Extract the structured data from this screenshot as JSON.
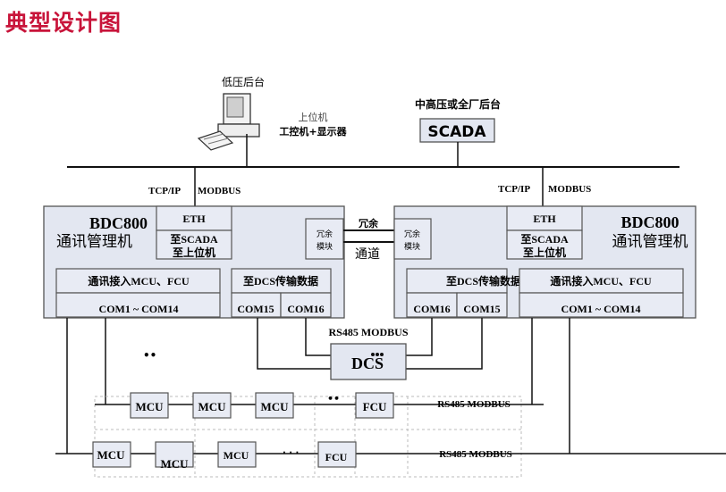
{
  "title": "典型设计图",
  "colors": {
    "title": "#c8143a",
    "box_fill": "#e3e7f1",
    "line": "#111111"
  },
  "top": {
    "low_voltage_backend_label": "低压后台",
    "upper_computer_label": "上位机",
    "upper_computer_sub": "工控机+显示器",
    "computer_icon": "desktop-computer-icon",
    "high_voltage_backend_label": "中高压或全厂后台",
    "scada_label": "SCADA"
  },
  "left_unit": {
    "protocol_tcp": "TCP/IP",
    "protocol_modbus": "MODBUS",
    "model": "BDC800",
    "name": "通讯管理机",
    "eth": "ETH",
    "eth_sub1": "至SCADA",
    "eth_sub2": "至上位机",
    "redundancy_module_1": "冗余",
    "redundancy_module_2": "模块",
    "access_label": "通讯接入MCU、FCU",
    "com_range": "COM1 ~ COM14",
    "dcs_label": "至DCS传输数据",
    "com_a": "COM15",
    "com_b": "COM16"
  },
  "right_unit": {
    "protocol_tcp": "TCP/IP",
    "protocol_modbus": "MODBUS",
    "model": "BDC800",
    "name": "通讯管理机",
    "eth": "ETH",
    "eth_sub1": "至SCADA",
    "eth_sub2": "至上位机",
    "redundancy_module_1": "冗余",
    "redundancy_module_2": "模块",
    "access_label": "通讯接入MCU、FCU",
    "com_range": "COM1 ~ COM14",
    "dcs_label": "至DCS传输数据",
    "com_a": "COM16",
    "com_b": "COM15"
  },
  "redundant_channel": {
    "line1": "冗余",
    "line2": "通道"
  },
  "dcs": {
    "bus_label": "RS485   MODBUS",
    "label": "DCS"
  },
  "bus1": {
    "devices": [
      "MCU",
      "MCU",
      "MCU",
      "FCU"
    ],
    "label": "RS485  MODBUS",
    "ellipsis": "••"
  },
  "bus2": {
    "devices": [
      "MCU",
      "MCU",
      "MCU",
      "FCU"
    ],
    "label": "RS485  MODBUS",
    "ellipsis": "· · ·"
  },
  "ellipsis_mid": "••"
}
